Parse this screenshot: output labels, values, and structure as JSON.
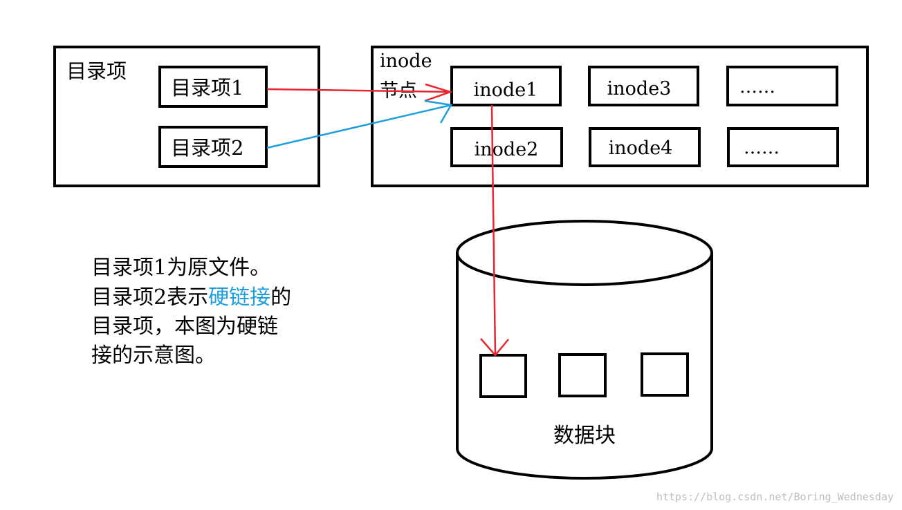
{
  "directory_panel": {
    "title": "目录项",
    "entry1": "目录项1",
    "entry2": "目录项2"
  },
  "inode_panel": {
    "title_line1": "inode",
    "title_line2": "节点",
    "inodes": [
      "inode1",
      "inode3",
      "……",
      "inode2",
      "inode4",
      "……"
    ]
  },
  "data_store": {
    "label": "数据块"
  },
  "caption": {
    "line1": "目录项1为原文件。",
    "line2_prefix": "目录项2表示",
    "line2_highlight": "硬链接",
    "line2_suffix": "的",
    "line3": "目录项，本图为硬链",
    "line4": "接的示意图。"
  },
  "watermark": "https://blog.csdn.net/Boring_Wednesday",
  "colors": {
    "stroke": "#000000",
    "link_red": "#e8262f",
    "link_blue": "#1e9fdc",
    "highlight_text": "#1e9fdc",
    "watermark": "#bdbdbd"
  }
}
